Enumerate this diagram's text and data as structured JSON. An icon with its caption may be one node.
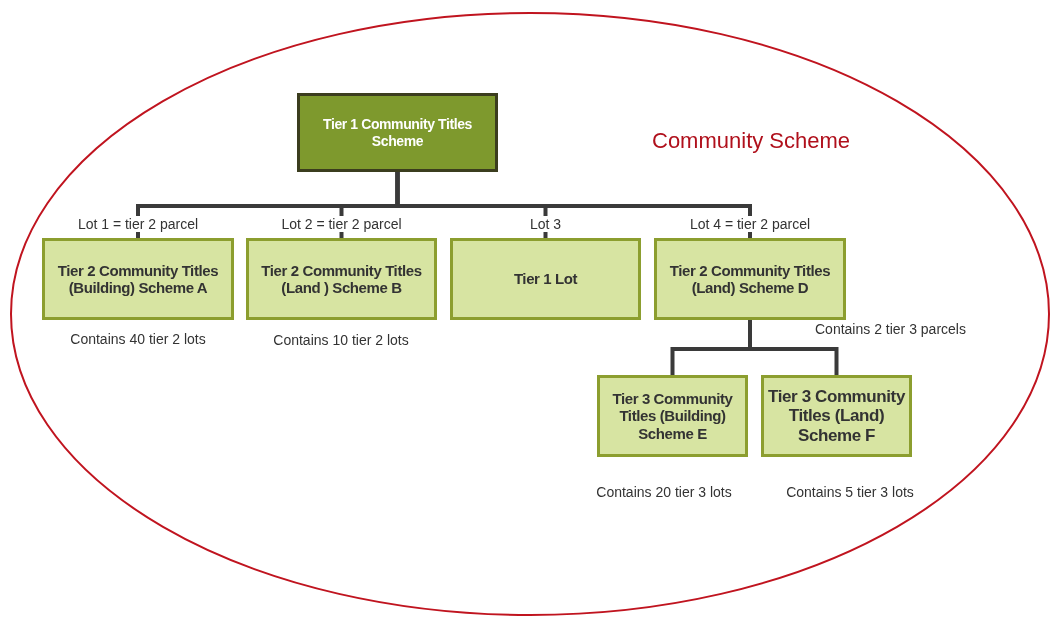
{
  "diagram": {
    "nodes": [
      {
        "text": [
          "Community Scheme"
        ]
      },
      {
        "text": [
          "Tier 1 Community Titles Scheme"
        ],
        "in": 0
      },
      {
        "text": [
          "Tier 2 Community Titles (Building) Scheme A"
        ],
        "in": 0,
        "beside": [
          "Contains 40 tier 2 lots"
        ]
      },
      {
        "text": [
          "Tier 2 Community Titles (Land ) Scheme B"
        ],
        "in": 0,
        "beside": [
          "Contains 10 tier 2 lots"
        ]
      },
      {
        "text": [
          "Tier 1 Lot"
        ],
        "in": 0
      },
      {
        "text": [
          "Tier 2 Community Titles (Land) Scheme D"
        ],
        "in": 0,
        "beside": [
          "Contains 2 tier 3 parcels"
        ]
      },
      {
        "text": [
          "Tier 3 Community Titles (Building) Scheme E"
        ],
        "in": 0,
        "beside": [
          "Contains 20 tier 3 lots"
        ]
      },
      {
        "text": [
          "Tier 3 Community Titles (Land) Scheme F"
        ],
        "in": 0,
        "beside": [
          "Contains 5 tier 3 lots"
        ]
      }
    ],
    "edges": [
      {
        "from": 1,
        "to": 2,
        "arrow": "none",
        "label": "Lot 1 = tier 2 parcel"
      },
      {
        "from": 1,
        "to": 3,
        "arrow": "none",
        "label": "Lot 2 = tier 2 parcel"
      },
      {
        "from": 1,
        "to": 4,
        "arrow": "none",
        "label": "Lot 3"
      },
      {
        "from": 1,
        "to": 5,
        "arrow": "none",
        "label": "Lot 4 = tier 2 parcel"
      },
      {
        "from": 5,
        "to": 6,
        "arrow": "none"
      },
      {
        "from": 5,
        "to": 7,
        "arrow": "none"
      }
    ]
  }
}
